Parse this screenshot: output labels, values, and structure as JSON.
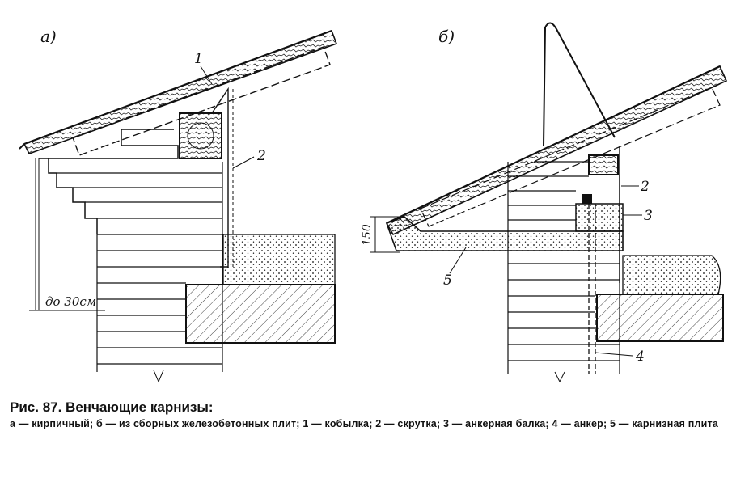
{
  "figure": {
    "label_a": "а)",
    "label_b": "б)",
    "callouts": [
      "1",
      "2",
      "2",
      "3",
      "4",
      "5"
    ],
    "dim_height": "до 30см",
    "dim_150": "150"
  },
  "caption": {
    "title": "Рис. 87. Венчающие карнизы:",
    "text": "а — кирпичный; б — из сборных железобетонных плит; 1 — кобылка; 2 — скрутка; 3 — анкерная балка; 4 — анкер; 5 — карнизная плита"
  }
}
